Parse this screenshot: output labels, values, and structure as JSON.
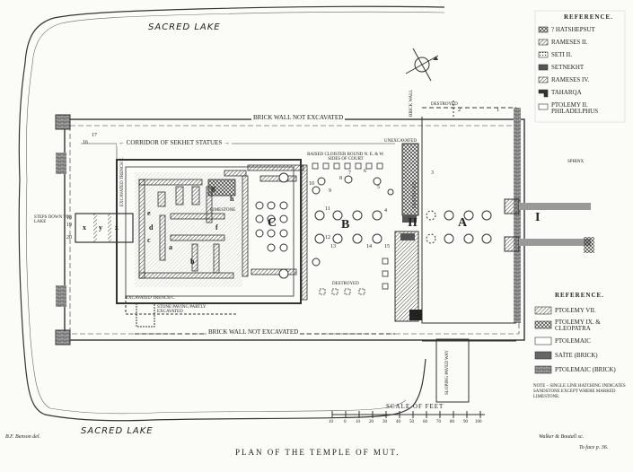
{
  "title": "PLAN OF THE TEMPLE OF MUT.",
  "credit_left": "B.F. Benson del.",
  "credit_right": "Walker & Boutall sc.",
  "face_page": "To face p. 36.",
  "lake_top": "SACRED    LAKE",
  "lake_bottom": "SACRED    LAKE",
  "wall_top": "BRICK WALL NOT EXCAVATED",
  "wall_bottom": "BRICK WALL NOT EXCAVATED",
  "corridor": "← CORRIDOR OF SEKHET STATUES →",
  "excavated_trench_c": "EXCAVATED TRENCH C",
  "excavated_trench_side": "EXCAVATED TRENCH C",
  "stone_paving": "STONE PAVING PARTLY EXCAVATED",
  "steps": "STEPS DOWN TO LAKE",
  "cloisters": "RAISED CLOISTER ROUND N. E. & W. SIDES OF COURT",
  "unexcavated": "UNEXCAVATED",
  "destroyed_top": "DESTROYED",
  "destroyed_court": "DESTROYED",
  "destroyed_side": "DESTROYED",
  "brick_wall_right": "BRICK WALL",
  "limestone": "LIMESTONE",
  "sloping_way": "SLOPING PAVED WAY",
  "sphinx": "SPHINX",
  "scale_label": "SCALE OF FEET",
  "scale_ticks": [
    "10",
    "0",
    "10",
    "20",
    "30",
    "40",
    "50",
    "60",
    "70",
    "80",
    "90",
    "100"
  ],
  "rooms": {
    "I": "I",
    "II": "II",
    "A": "A",
    "B": "B",
    "C": "C",
    "a": "a",
    "b": "b",
    "c": "c",
    "d": "d",
    "e": "e",
    "f": "f",
    "g": "g",
    "h": "h",
    "x": "x",
    "y": "y",
    "z": "z"
  },
  "numbers": [
    "1",
    "2",
    "3",
    "4",
    "5",
    "6",
    "7",
    "8",
    "9",
    "10",
    "11",
    "12",
    "13",
    "14",
    "15",
    "16",
    "17",
    "18",
    "19",
    "20"
  ],
  "reference_top": {
    "heading": "REFERENCE.",
    "items": [
      {
        "label": "? HATSHEPSUT"
      },
      {
        "label": "RAMESES II."
      },
      {
        "label": "SETI II."
      },
      {
        "label": "SETNEKHT"
      },
      {
        "label": "RAMESES IV."
      },
      {
        "label": "TAHARQA"
      },
      {
        "label": "PTOLEMY II. PHILADELPHUS"
      }
    ]
  },
  "reference_bottom": {
    "heading": "REFERENCE.",
    "items": [
      {
        "label": "PTOLEMY VII."
      },
      {
        "label": "PTOLEMY IX. & CLEOPATRA"
      },
      {
        "label": "PTOLEMAIC"
      },
      {
        "label": "SAÏTE (BRICK)"
      },
      {
        "label": "PTOLEMAIC (BRICK)"
      }
    ],
    "note": "NOTE – SINGLE LINE HATCHING INDICATES SANDSTONE EXCEPT WHERE MARKED LIMESTONE."
  }
}
